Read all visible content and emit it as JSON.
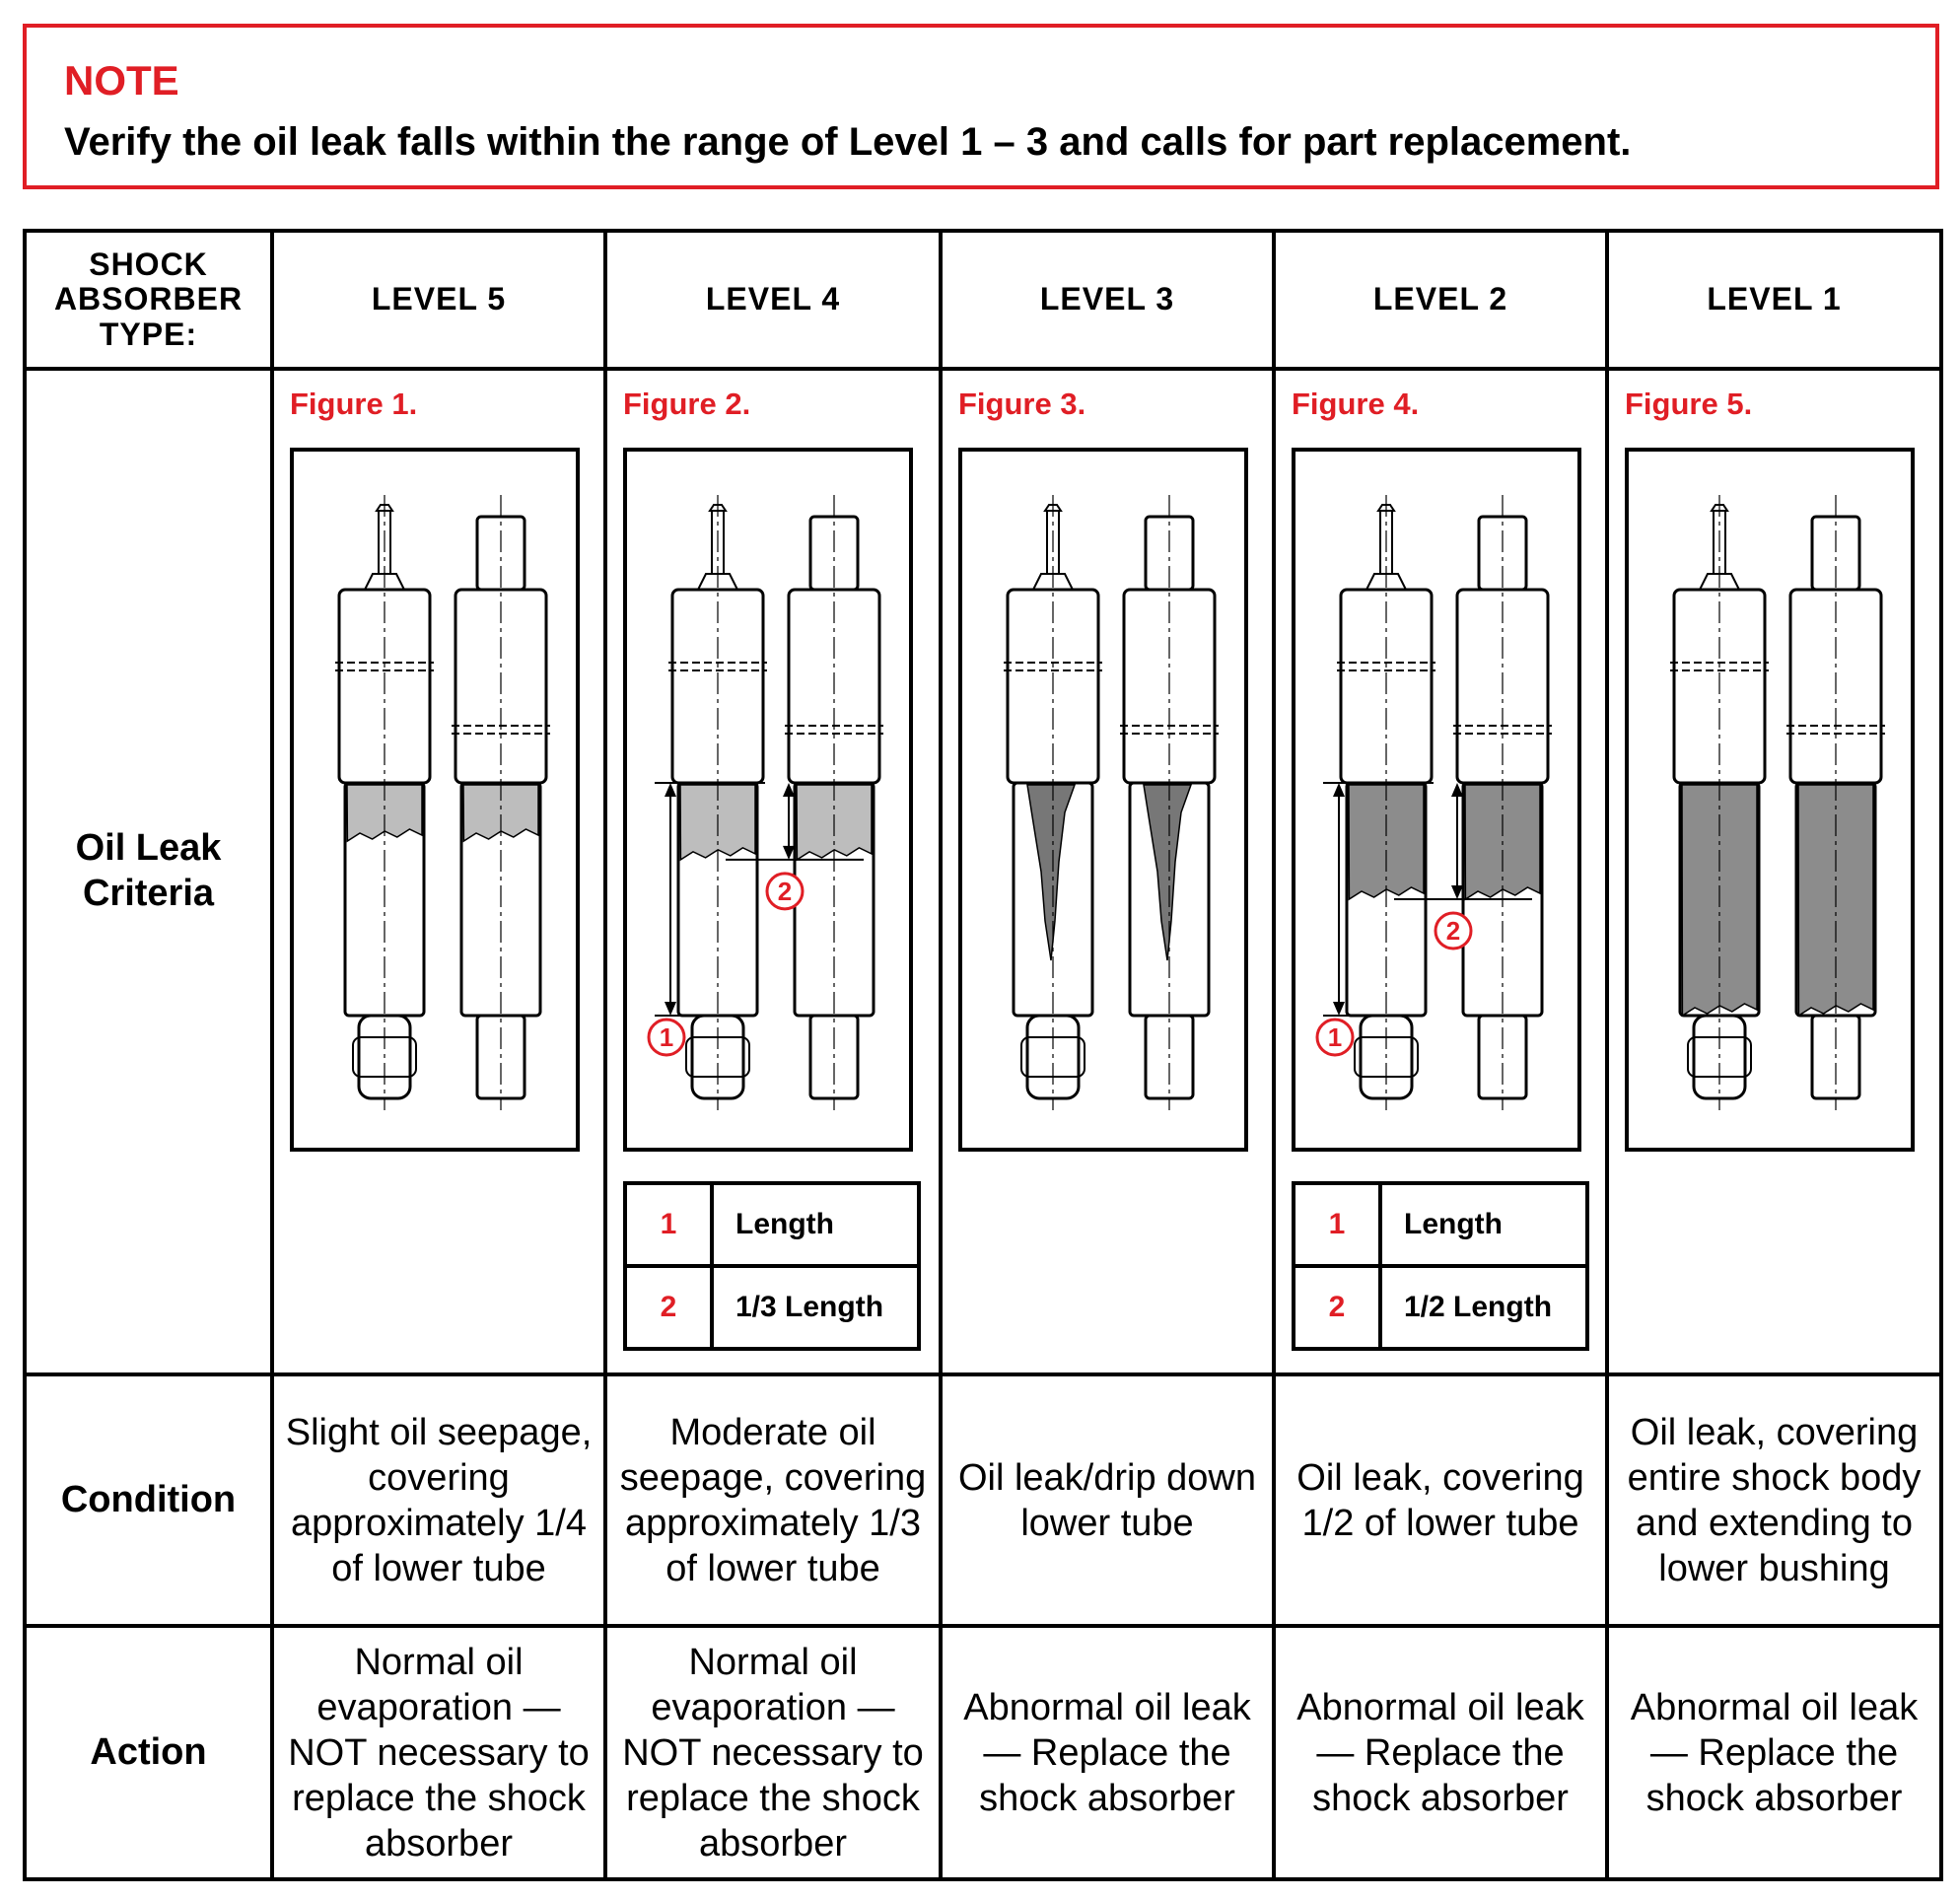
{
  "note": {
    "title": "NOTE",
    "text": "Verify the oil leak falls within the range of Level 1 – 3 and calls for part replacement."
  },
  "header": {
    "type_label": "SHOCK ABSORBER TYPE:",
    "levels": [
      "LEVEL 5",
      "LEVEL 4",
      "LEVEL 3",
      "LEVEL 2",
      "LEVEL 1"
    ]
  },
  "rows": {
    "criteria": "Oil Leak Criteria",
    "condition": "Condition",
    "action": "Action"
  },
  "figures": [
    {
      "label": "Figure 1.",
      "leak": "level5",
      "leak_fraction": 0.25
    },
    {
      "label": "Figure 2.",
      "leak": "level4",
      "leak_fraction": 0.33,
      "legend": [
        {
          "num": "1",
          "text": "Length"
        },
        {
          "num": "2",
          "text": "1/3 Length"
        }
      ]
    },
    {
      "label": "Figure 3.",
      "leak": "level3",
      "leak_fraction": 0.5
    },
    {
      "label": "Figure 4.",
      "leak": "level2",
      "leak_fraction": 0.5,
      "legend": [
        {
          "num": "1",
          "text": "Length"
        },
        {
          "num": "2",
          "text": "1/2 Length"
        }
      ]
    },
    {
      "label": "Figure 5.",
      "leak": "level1",
      "leak_fraction": 1.0
    }
  ],
  "conditions": [
    "Slight oil seepage, covering approximately 1/4 of lower tube",
    "Moderate oil seepage, covering approximately 1/3 of lower tube",
    "Oil leak/drip down lower tube",
    "Oil leak, covering 1/2 of lower tube",
    "Oil leak, covering entire shock body and extending to lower bushing"
  ],
  "actions": [
    "Normal oil evaporation — NOT necessary to replace the shock absorber",
    "Normal oil evaporation — NOT necessary to replace the shock absorber",
    "Abnormal oil leak — Replace the shock absorber",
    "Abnormal oil leak — Replace the shock absorber",
    "Abnormal oil leak — Replace the shock absorber"
  ],
  "colors": {
    "accent": "#e01e25",
    "leak_light": "#bdbdbd",
    "leak_dark": "#8c8c8c"
  }
}
